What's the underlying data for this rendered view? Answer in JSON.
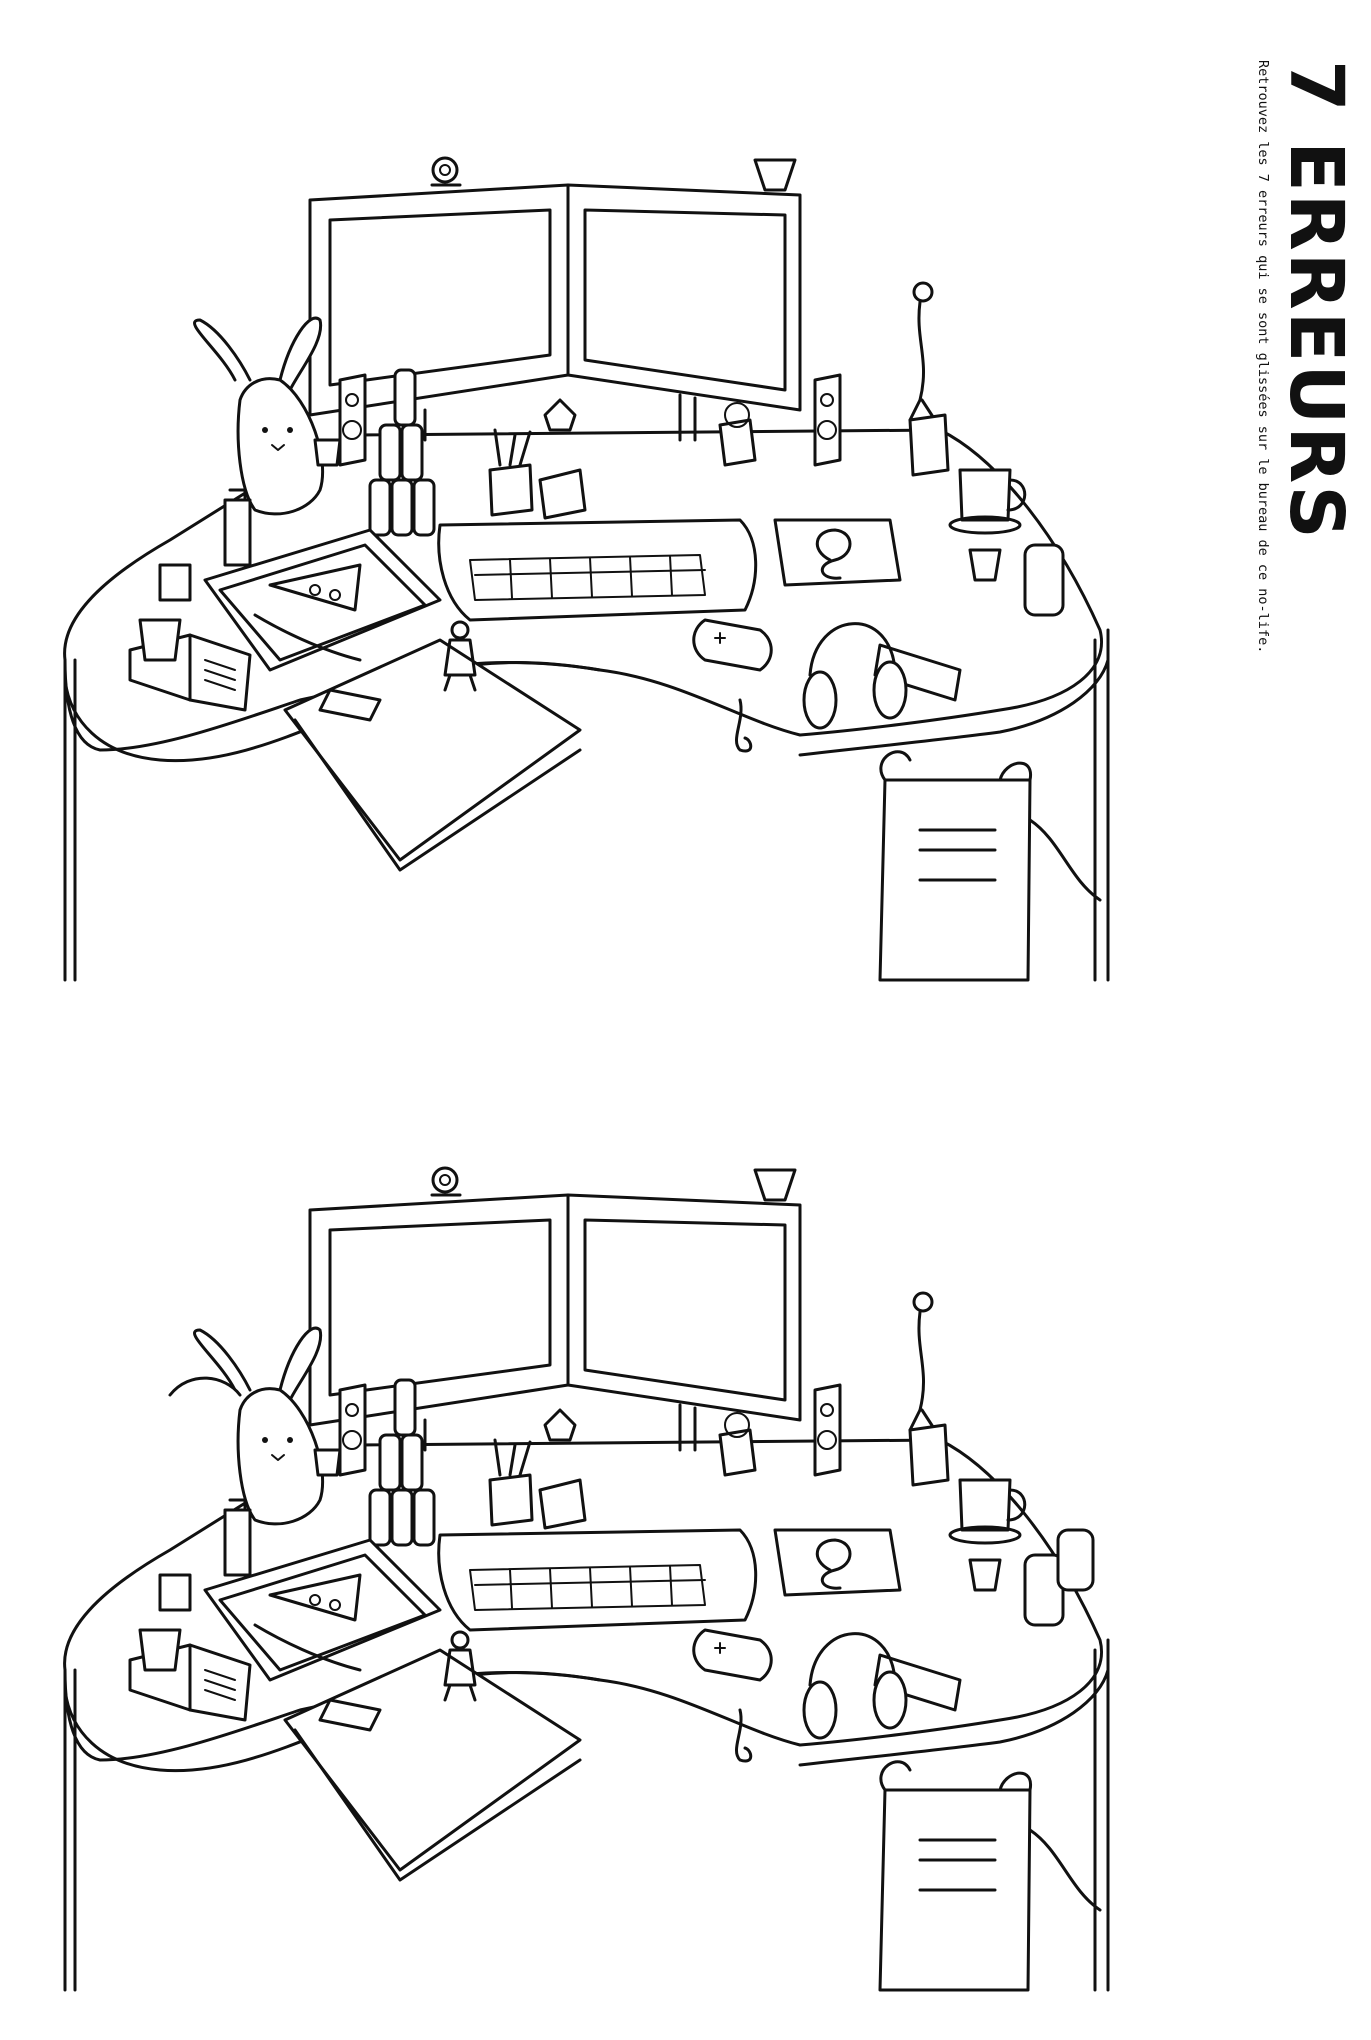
{
  "title": "7 ERREURS",
  "instruction": "Retrouvez les 7 erreurs qui se sont glissées sur le bureau de ce no-life.",
  "puzzle": {
    "type": "spot-the-difference",
    "differences_count": 7,
    "panels": [
      {
        "name": "original"
      },
      {
        "name": "modified"
      }
    ]
  },
  "palette": {
    "ink": "#111111",
    "paper": "#ffffff"
  },
  "icons": [
    "webcam-icon",
    "monitor-icon",
    "rabbit-icon",
    "speaker-icon",
    "mug-icon",
    "headphones-icon",
    "keyboard-icon",
    "pizza-icon",
    "phone-icon",
    "game-controller-icon",
    "figurine-icon",
    "can-icon",
    "book-icon",
    "computer-tower-icon"
  ]
}
